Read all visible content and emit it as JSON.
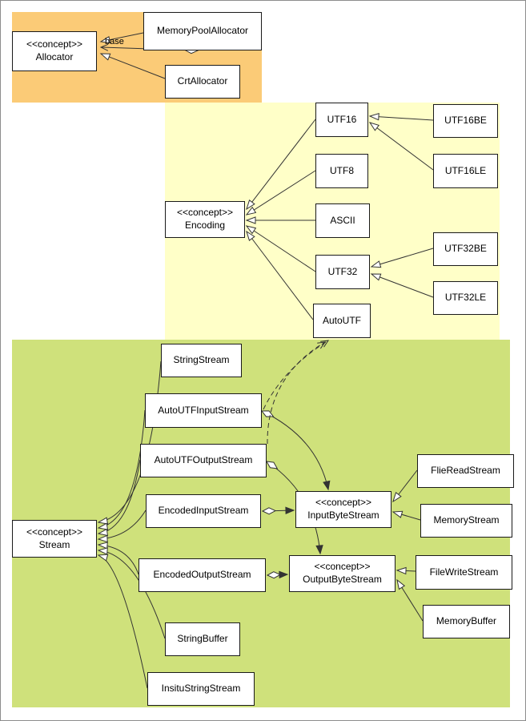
{
  "colors": {
    "allocator_region": "#FBCB77",
    "encoding_region": "#FFFFC8",
    "stream_region": "#CFE17B",
    "node_fill": "#FFFFFF",
    "node_border": "#1A1A1A",
    "edge": "#333333"
  },
  "nodes": {
    "allocator": {
      "stereotype": "<<concept>>",
      "name": "Allocator"
    },
    "memoryPoolAllocator": {
      "name": "MemoryPoolAllocator"
    },
    "crtAllocator": {
      "name": "CrtAllocator"
    },
    "encoding": {
      "stereotype": "<<concept>>",
      "name": "Encoding"
    },
    "utf16": {
      "name": "UTF16"
    },
    "utf8": {
      "name": "UTF8"
    },
    "ascii": {
      "name": "ASCII"
    },
    "utf32": {
      "name": "UTF32"
    },
    "autoUtf": {
      "name": "AutoUTF"
    },
    "utf16be": {
      "name": "UTF16BE"
    },
    "utf16le": {
      "name": "UTF16LE"
    },
    "utf32be": {
      "name": "UTF32BE"
    },
    "utf32le": {
      "name": "UTF32LE"
    },
    "stream": {
      "stereotype": "<<concept>>",
      "name": "Stream"
    },
    "stringStream": {
      "name": "StringStream"
    },
    "autoUtfInputStream": {
      "name": "AutoUTFInputStream"
    },
    "autoUtfOutputStream": {
      "name": "AutoUTFOutputStream"
    },
    "encodedInputStream": {
      "name": "EncodedInputStream"
    },
    "encodedOutputStream": {
      "name": "EncodedOutputStream"
    },
    "stringBuffer": {
      "name": "StringBuffer"
    },
    "insituStringStream": {
      "name": "InsituStringStream"
    },
    "inputByteStream": {
      "stereotype": "<<concept>>",
      "name": "InputByteStream"
    },
    "outputByteStream": {
      "stereotype": "<<concept>>",
      "name": "OutputByteStream"
    },
    "flieReadStream": {
      "name": "FlieReadStream"
    },
    "memoryStream": {
      "name": "MemoryStream"
    },
    "fileWriteStream": {
      "name": "FileWriteStream"
    },
    "memoryBuffer": {
      "name": "MemoryBuffer"
    }
  },
  "edge_labels": {
    "base": "base"
  },
  "edges": [
    {
      "from": "MemoryPoolAllocator",
      "to": "Allocator",
      "type": "realization"
    },
    {
      "from": "MemoryPoolAllocator",
      "to": "Allocator",
      "type": "aggregation",
      "label": "base"
    },
    {
      "from": "CrtAllocator",
      "to": "Allocator",
      "type": "realization"
    },
    {
      "from": "UTF16",
      "to": "Encoding",
      "type": "realization"
    },
    {
      "from": "UTF8",
      "to": "Encoding",
      "type": "realization"
    },
    {
      "from": "ASCII",
      "to": "Encoding",
      "type": "realization"
    },
    {
      "from": "UTF32",
      "to": "Encoding",
      "type": "realization"
    },
    {
      "from": "AutoUTF",
      "to": "Encoding",
      "type": "realization"
    },
    {
      "from": "UTF16BE",
      "to": "UTF16",
      "type": "realization"
    },
    {
      "from": "UTF16LE",
      "to": "UTF16",
      "type": "realization"
    },
    {
      "from": "UTF32BE",
      "to": "UTF32",
      "type": "realization"
    },
    {
      "from": "UTF32LE",
      "to": "UTF32",
      "type": "realization"
    },
    {
      "from": "StringStream",
      "to": "Stream",
      "type": "realization"
    },
    {
      "from": "AutoUTFInputStream",
      "to": "Stream",
      "type": "realization"
    },
    {
      "from": "AutoUTFOutputStream",
      "to": "Stream",
      "type": "realization"
    },
    {
      "from": "EncodedInputStream",
      "to": "Stream",
      "type": "realization"
    },
    {
      "from": "EncodedOutputStream",
      "to": "Stream",
      "type": "realization"
    },
    {
      "from": "StringBuffer",
      "to": "Stream",
      "type": "realization"
    },
    {
      "from": "InsituStringStream",
      "to": "Stream",
      "type": "realization"
    },
    {
      "from": "EncodedInputStream",
      "to": "InputByteStream",
      "type": "aggregation"
    },
    {
      "from": "EncodedOutputStream",
      "to": "OutputByteStream",
      "type": "aggregation"
    },
    {
      "from": "AutoUTFInputStream",
      "to": "InputByteStream",
      "type": "aggregation"
    },
    {
      "from": "AutoUTFOutputStream",
      "to": "OutputByteStream",
      "type": "aggregation"
    },
    {
      "from": "AutoUTFInputStream",
      "to": "AutoUTF",
      "type": "dependency"
    },
    {
      "from": "AutoUTFOutputStream",
      "to": "AutoUTF",
      "type": "dependency"
    },
    {
      "from": "FlieReadStream",
      "to": "InputByteStream",
      "type": "realization"
    },
    {
      "from": "MemoryStream",
      "to": "InputByteStream",
      "type": "realization"
    },
    {
      "from": "FileWriteStream",
      "to": "OutputByteStream",
      "type": "realization"
    },
    {
      "from": "MemoryBuffer",
      "to": "OutputByteStream",
      "type": "realization"
    }
  ]
}
